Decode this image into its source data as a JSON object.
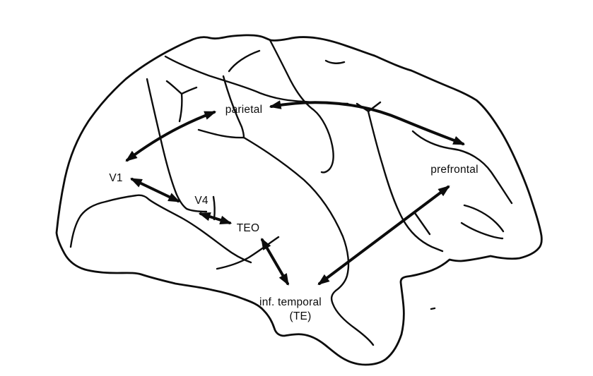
{
  "figure": {
    "title": "",
    "background_color": "#ffffff",
    "ink_color": "#0c0c0c",
    "labels": {
      "v1": "V1",
      "v4": "V4",
      "teo": "TEO",
      "parietal": "parietal",
      "prefrontal": "prefrontal",
      "inf_temporal": "inf. temporal",
      "te": "(TE)"
    },
    "connections": [
      {
        "from": "V1",
        "to": "parietal",
        "bidirectional": true
      },
      {
        "from": "V1",
        "to": "V4",
        "bidirectional": true
      },
      {
        "from": "V4",
        "to": "TEO",
        "bidirectional": true
      },
      {
        "from": "TEO",
        "to": "inf. temporal (TE)",
        "bidirectional": true
      },
      {
        "from": "parietal",
        "to": "prefrontal",
        "bidirectional": true
      },
      {
        "from": "inf. temporal (TE)",
        "to": "prefrontal",
        "bidirectional": true
      }
    ]
  }
}
